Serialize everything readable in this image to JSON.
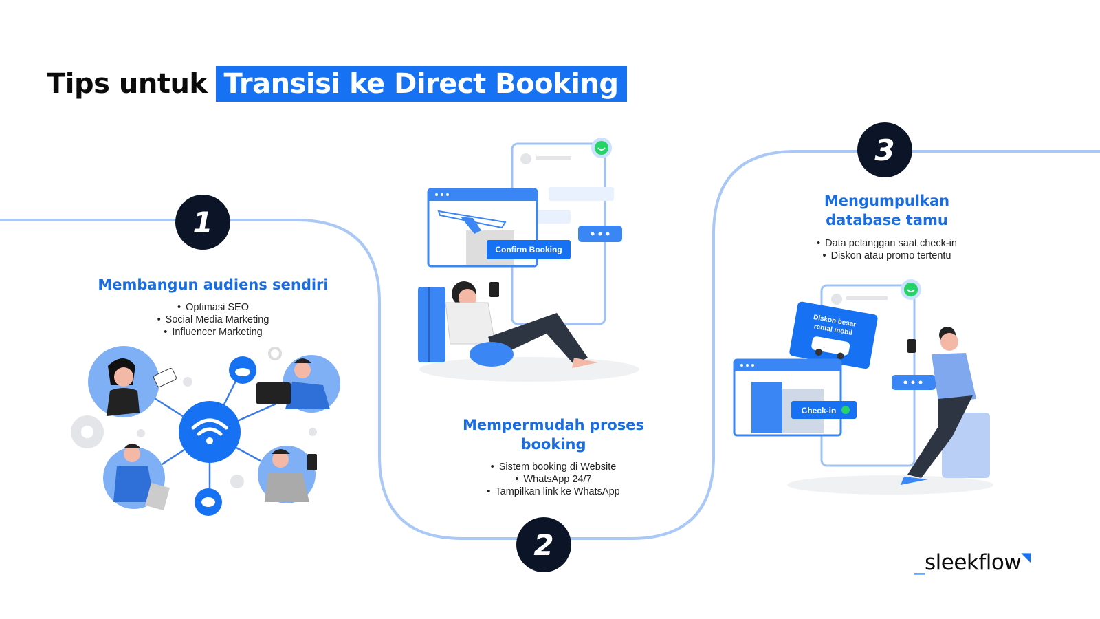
{
  "header": {
    "title_plain": "Tips untuk",
    "title_highlight": "Transisi ke Direct Booking"
  },
  "steps": [
    {
      "number": "1",
      "title": "Membangun audiens sendiri",
      "bullets": [
        "Optimasi SEO",
        "Social Media Marketing",
        "Influencer Marketing"
      ]
    },
    {
      "number": "2",
      "title_line1": "Mempermudah proses",
      "title_line2": "booking",
      "bullets": [
        "Sistem booking di Website",
        "WhatsApp 24/7",
        "Tampilkan link ke WhatsApp"
      ]
    },
    {
      "number": "3",
      "title_line1": "Mengumpulkan",
      "title_line2": "database tamu",
      "bullets": [
        "Data pelanggan saat check-in",
        "Diskon atau promo tertentu"
      ]
    }
  ],
  "illustrations": {
    "confirm_booking_label": "Confirm Booking",
    "coupon_text_line1": "Diskon besar",
    "coupon_text_line2": "rental mobil",
    "checkin_label": "Check-in"
  },
  "brand": {
    "logo_text": "sleekflow",
    "accent_color": "#1672f3",
    "dark_color": "#0b1527",
    "path_color": "#a9c8f6"
  }
}
